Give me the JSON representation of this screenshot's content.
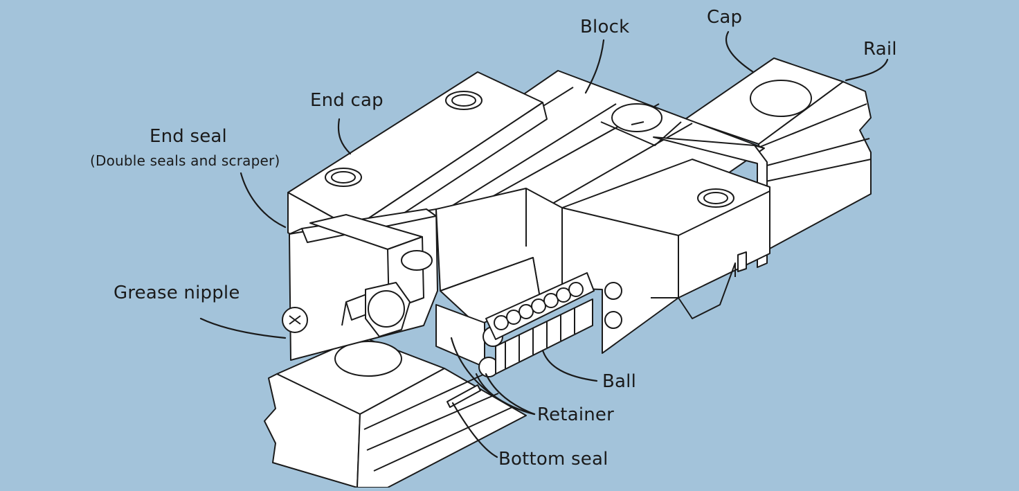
{
  "diagram": {
    "background_color": "#a3c3da",
    "line_color": "#1a1a1a",
    "fill_color": "#ffffff",
    "labels": {
      "block": "Block",
      "cap": "Cap",
      "rail": "Rail",
      "end_cap": "End cap",
      "end_seal": "End seal",
      "end_seal_note": "(Double seals and scraper)",
      "grease_nipple": "Grease nipple",
      "ball": "Ball",
      "retainer": "Retainer",
      "bottom_seal": "Bottom seal"
    }
  }
}
